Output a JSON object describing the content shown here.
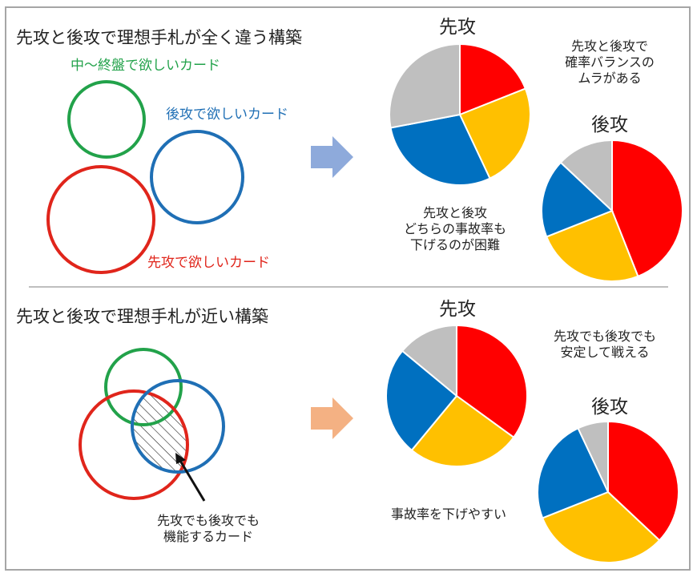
{
  "sections": [
    {
      "heading": "先攻と後攻で理想手札が全く違う構築",
      "circle_labels": {
        "mid_late": "中〜終盤で欲しいカード",
        "second": "後攻で欲しいカード",
        "first": "先攻で欲しいカード"
      },
      "pie_first_title": "先攻",
      "pie_second_title": "後攻",
      "note_top": [
        "先攻と後攻で",
        "確率バランスの",
        "ムラがある"
      ],
      "note_bottom": [
        "先攻と後攻",
        "どちらの事故率も",
        "下げるのが困難"
      ]
    },
    {
      "heading": "先攻と後攻で理想手札が近い構築",
      "overlap_label": [
        "先攻でも後攻でも",
        "機能するカード"
      ],
      "pie_first_title": "先攻",
      "pie_second_title": "後攻",
      "note_top": [
        "先攻でも後攻でも",
        "安定して戦える"
      ],
      "note_bottom": [
        "事故率を下げやすい"
      ]
    }
  ],
  "colors": {
    "red": "#ff0000",
    "yellow": "#ffc000",
    "blue": "#0070c0",
    "gray": "#bfbfbf",
    "circle_green": "#22a24a",
    "circle_blue": "#1f6fb5",
    "circle_red": "#e0251b",
    "arrow_top": "#8eaadb",
    "arrow_bottom": "#f4b183",
    "divider": "#bfbfbf"
  },
  "chart_data": [
    {
      "type": "pie",
      "title": "先攻",
      "values": [
        19,
        24,
        29,
        28
      ],
      "colors": [
        "#ff0000",
        "#ffc000",
        "#0070c0",
        "#bfbfbf"
      ]
    },
    {
      "type": "pie",
      "title": "後攻",
      "values": [
        44,
        25,
        18,
        13
      ],
      "colors": [
        "#ff0000",
        "#ffc000",
        "#0070c0",
        "#bfbfbf"
      ]
    },
    {
      "type": "pie",
      "title": "先攻",
      "values": [
        35,
        26,
        25,
        14
      ],
      "colors": [
        "#ff0000",
        "#ffc000",
        "#0070c0",
        "#bfbfbf"
      ]
    },
    {
      "type": "pie",
      "title": "後攻",
      "values": [
        37,
        32,
        24,
        7
      ],
      "colors": [
        "#ff0000",
        "#ffc000",
        "#0070c0",
        "#bfbfbf"
      ]
    }
  ]
}
